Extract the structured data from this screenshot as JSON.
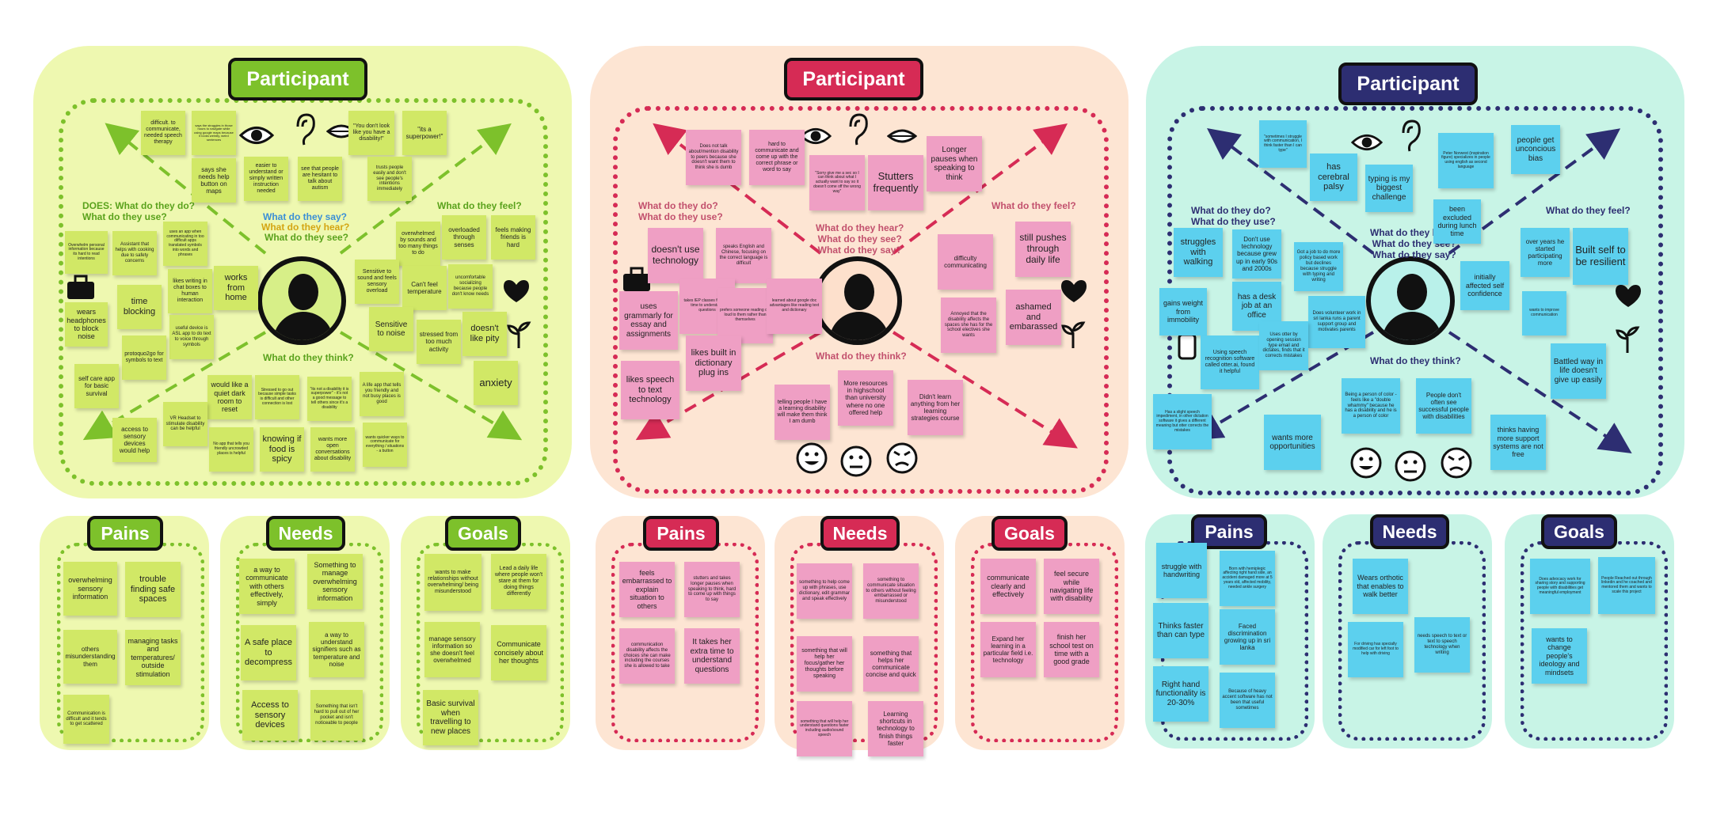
{
  "colors": {
    "green_bg": "#eef8b0",
    "green_accent": "#7dc12b",
    "green_note": "#d1e866",
    "pink_bg": "#fde5d3",
    "pink_accent": "#d62b55",
    "pink_note": "#ef9fc4",
    "blue_bg": "#c8f4e6",
    "blue_accent": "#2d2e72",
    "blue_note": "#5cd0ee"
  },
  "personas": [
    {
      "title": "Participant",
      "labels": {
        "does": "DOES: What do they do?\nWhat do they use?",
        "say": "What do they say?",
        "hear": "What do they hear?",
        "see": "What do they see?",
        "feel": "What do they feel?",
        "think": "What do they think?"
      },
      "notes": [
        "difficult. to communicate, needed speech therapy",
        "says the struggles in those hours to navigate while using google maps because it looks weirdly, weird sentences",
        "\"You don't look like you have a disability!\"",
        "\"its a superpower!\"",
        "says she needs help button on maps",
        "easier to understand or simply written instruction needed",
        "see that people are hesitant to talk about autism",
        "trusts people easily and don't see people's intentions immediately",
        "Overwhelm personal information because its hard to read intentions",
        "Assistant that helps with cooking due to safety concerns",
        "uses an app when communicating in too difficult apps translated symbols into words and phrases",
        "overwhelmed by sounds and too many things to do",
        "overloaded through senses",
        "feels making friends is hard",
        "likes writing in chat boxes to human interaction",
        "works from home",
        "time blocking",
        "useful device is ASL app to do text to voice through symbols",
        "Sensitive to sound and feels sensory overload",
        "Can't feel temperature",
        "uncomfortable socializing because people don't know needs",
        "wears headphones to block noise",
        "protoquo2go for symbols to text",
        "Sensitive to noise",
        "stressed from too much activity",
        "doesn't like pity",
        "self care app for basic survival",
        "would like a quiet dark room to reset",
        "Stressed to go out because simple tasks is difficult and other connection is lost",
        "\"its not a disability it is superpower\" - it's not a good message to tell others since it's a disability",
        "A life app that tells you friendly and not busy places is good",
        "anxiety",
        "access to sensory devices would help",
        "VR Headset to stimulate disability can be helpful",
        "No app that tells you friendly uncrowded places is helpful",
        "knowing if food is spicy",
        "wants more open conversations about disability",
        "wants quicker ways to communicate for everything / situations - a button"
      ]
    },
    {
      "title": "Participant",
      "labels": {
        "does": "What do they do?\nWhat do they use?",
        "say": "What do they hear?\nWhat do they see?\nWhat do they say?",
        "feel": "What do they feel?",
        "think": "What do they think?"
      },
      "notes": [
        "Does not talk about/mention disability to peers because she doesn't want them to think she is dumb",
        "hard to communicate and come up with the correct phrase or word to say",
        "\"Sorry give me a sec so I can think about what I actually want to say so it doesn't come off the wrong way\"",
        "Stutters frequently",
        "Longer pauses when speaking to think",
        "doesn't use technology",
        "speaks English and Chinese, focusing on the correct language is difficult",
        "difficulty communicating",
        "still pushes through daily life",
        "uses grammarly for essay and assignments",
        "takes IEP classes for extra time to understand questions",
        "prefers someone reading out loud to them rather than themselves",
        "learned about google doc advantages like reading text and dictionary",
        "Annoyed that the disability affects the spaces she has for the school electives she wants",
        "ashamed and embarassed",
        "likes speech to text technology",
        "likes built in dictionary plug ins",
        "telling people I have a learning disability will make them think I am dumb",
        "More resources in highschool than university where no one offered help",
        "Didn't learn anything from her learning strategies course"
      ]
    },
    {
      "title": "Participant",
      "labels": {
        "does": "What do they do?\nWhat do they use?",
        "say": "What do they hear?\nWhat do they see?\nWhat do they say?",
        "feel": "What do they feel?",
        "think": "What do they think?"
      },
      "notes": [
        "\"sometimes I struggle with communication, I think faster than I can type\"",
        "has cerebral palsy",
        "typing is my biggest challenge",
        "Peter Norwest (inspiration figure) specializes in people using english as second language",
        "people get unconcious bias",
        "been excluded during lunch time",
        "struggles with walking",
        "Don't use technology because grew up in early 90s and 2000s",
        "Got a job to do more policy based work but declines because struggle with typing and writing",
        "initially affected self confidence",
        "over years he started participating more",
        "Built self to be resilient",
        "gains weight from immobility",
        "has a desk job at an office",
        "Does volunteer work in sri lanka runs a parent support group and motivates parents",
        "wants to improve communication",
        "Using speech recognition software called otter.ai, found it helpful",
        "Uses otter by opening session type email and dictates, finds that it corrects mistakes",
        "Battled way in life doesn't give up easily",
        "Has a slight speech impediment, in other dictation software it gives a different meaning but otter corrects the mistakes",
        "Being a person of color - feels like a \"double whammy\" because he has a disability and he is a person of color",
        "People don't often see successful people with disabilities",
        "wants more opportunities",
        "thinks having more support systems are not free"
      ]
    }
  ],
  "sections": [
    {
      "title": "Pains",
      "notes": [
        "overwhelming sensory information",
        "trouble finding safe spaces",
        "others misunderstanding them",
        "managing tasks and temperatures/ outside stimulation",
        "Communication is difficult and it tends to get scattered"
      ]
    },
    {
      "title": "Needs",
      "notes": [
        "a way to communicate with others effectively, simply",
        "Something to manage overwhelming sensory information",
        "A safe place to decompress",
        "a way to understand signifiers such as temperature and noise",
        "Access to sensory devices",
        "Something that isn't hard to pull out of her pocket and isn't noticeable to people"
      ]
    },
    {
      "title": "Goals",
      "notes": [
        "wants to make relationships without overwhelming/ being misunderstood",
        "Lead a daily life where people won't stare at them for doing things differently",
        "manage sensory information so she doesn't feel overwhelmed",
        "Communicate concisely about her thoughts",
        "Basic survival when travelling to new places"
      ]
    },
    {
      "title": "Pains",
      "notes": [
        "feels embarrassed to explain situation to others",
        "stutters and takes longer pauses when speaking to think, hard to come up with things to say",
        "communication disability affects the choices she can make including the courses she is allowed to take",
        "It takes her extra time to understand questions"
      ]
    },
    {
      "title": "Needs",
      "notes": [
        "something to help come up with phrases, use dictionary, edit grammar and speak effectively",
        "something to communicate situation to others without feeling embarrassed or misunderstood",
        "something that will help her focus/gather her thoughts before speaking",
        "something that helps her communicate concise and quick",
        "something that will help her understand questions faster including audio/sound speech",
        "Learning shortcuts in technology to finish things faster"
      ]
    },
    {
      "title": "Goals",
      "notes": [
        "communicate clearly and effectively",
        "feel secure while navigating life with disability",
        "Expand her learning in a particular field i.e. technology",
        "finish her school test on time with a good grade"
      ]
    },
    {
      "title": "Pains",
      "notes": [
        "struggle with handwriting",
        "Born with hemiplegic affecting right hand side, an accident damaged more at 5 years old, affected mobility, needed ankle surgery",
        "Thinks faster than can type",
        "Faced discrimination growing up in sri lanka",
        "Right hand functionality is 20-30%",
        "Because of heavy accent software has not been that useful sometimes"
      ]
    },
    {
      "title": "Needs",
      "notes": [
        "Wears orthotic that enables to walk better",
        "For driving has specially modified car for left foot to help with driving",
        "needs speech to text or text to speech technology when writing"
      ]
    },
    {
      "title": "Goals",
      "notes": [
        "Does advocacy work for sharing story and supporting people with disabilities get meaningful employment",
        "People Reached out through linkedin and he coached and mentored them and wants to scale this project",
        "wants to change people's ideology and mindsets"
      ]
    }
  ]
}
